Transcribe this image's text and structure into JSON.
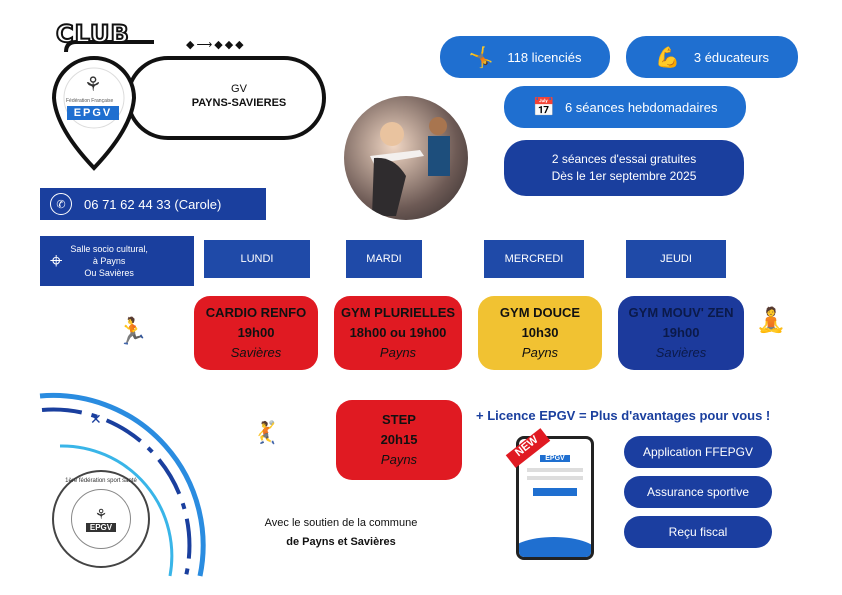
{
  "club": {
    "badge": "CLUB",
    "logo_small": "Fédération Française",
    "logo_text": "EPGV",
    "name_line1": "GV",
    "name_line2": "PAYNS-SAVIERES"
  },
  "stats": {
    "licencies": "118 licenciés",
    "educateurs": "3 éducateurs",
    "seances": "6 séances hebdomadaires",
    "essai_line1": "2 séances d'essai gratuites",
    "essai_line2": "Dès le 1er septembre 2025"
  },
  "contact": {
    "phone": "06 71 62 44 33 (Carole)"
  },
  "location": {
    "line1": "Salle socio cultural,",
    "line2": "à Payns",
    "line3": "Ou Savières"
  },
  "days": [
    "LUNDI",
    "MARDI",
    "MERCREDI",
    "JEUDI"
  ],
  "slots": [
    {
      "title": "CARDIO RENFO",
      "time": "19h00",
      "place": "Savières"
    },
    {
      "title": "GYM PLURIELLES",
      "time": "18h00 ou 19h00",
      "place": "Payns"
    },
    {
      "title": "GYM DOUCE",
      "time": "10h30",
      "place": "Payns"
    },
    {
      "title": "GYM MOUV' ZEN",
      "time": "19h00",
      "place": "Savières"
    },
    {
      "title": "STEP",
      "time": "20h15",
      "place": "Payns"
    }
  ],
  "advantages": {
    "headline": "+ Licence EPGV = Plus d'avantages pour vous !",
    "items": [
      "Application FFEPGV",
      "Assurance sportive",
      "Reçu fiscal"
    ]
  },
  "phone_mock": {
    "ribbon": "NEW",
    "logo": "EPGV"
  },
  "support": {
    "line1": "Avec le soutien de la commune",
    "line2": "de Payns et Savières"
  },
  "seal": {
    "ring_text": "1ère fédération sport santé",
    "logo": "EPGV"
  },
  "colors": {
    "blue": "#1f6fd0",
    "navy": "#1a3f9e",
    "red": "#e01a22",
    "yellow": "#f1c232",
    "dark_blue": "#1c3a9c"
  }
}
